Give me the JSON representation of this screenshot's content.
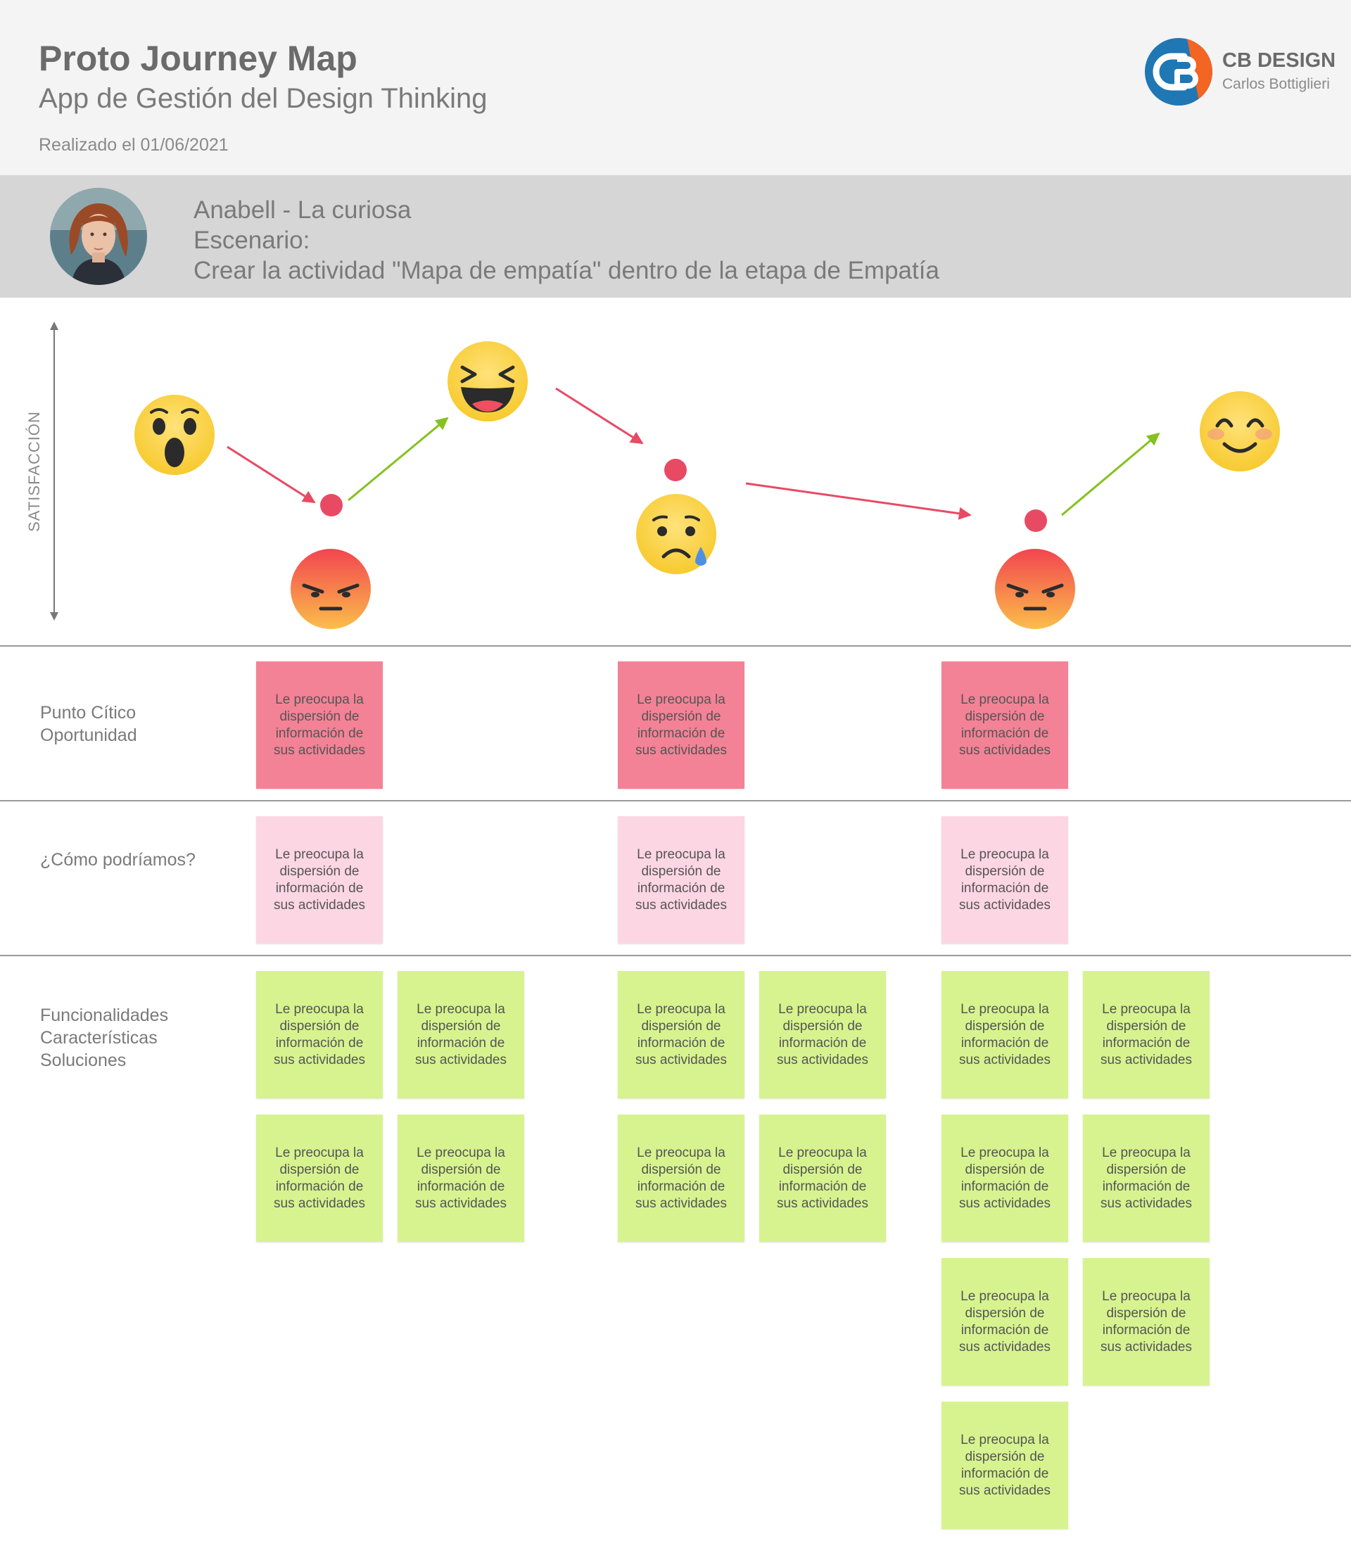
{
  "header": {
    "title": "Proto Journey Map",
    "subtitle": "App de Gestión del Design Thinking",
    "date": "Realizado el 01/06/2021"
  },
  "brand": {
    "name": "CB DESIGN",
    "author": "Carlos Bottiglieri",
    "colors": {
      "blue": "#1f77b4",
      "orange": "#f26522"
    }
  },
  "persona": {
    "name": "Anabell - La curiosa",
    "scenario_label": "Escenario:",
    "scenario": "Crear la actividad \"Mapa de empatía\" dentro de la etapa de Empatía"
  },
  "satisfaction": {
    "axis_label": "SATISFACCIÓN",
    "emotions": [
      "surprised-emoji",
      "angry-emoji",
      "laughing-emoji",
      "crying-emoji",
      "angry-emoji",
      "happy-emoji"
    ],
    "colors": {
      "decrease": "#e84a64",
      "increase": "#86c11f",
      "pain_point": "#e84a64"
    }
  },
  "rows": {
    "critical": {
      "label_line1": "Punto Cítico",
      "label_line2": "Oportunidad"
    },
    "how_might_we": {
      "label": "¿Cómo podríamos?"
    },
    "features": {
      "label_line1": "Funcionalidades",
      "label_line2": "Características",
      "label_line3": "Soluciones"
    }
  },
  "notes": {
    "text": "Le preocupa la dispersión de información de sus actividades"
  },
  "colors": {
    "note_critical": "#f38296",
    "note_hmw": "#fdd6e4",
    "note_feature": "#d7f38f"
  }
}
